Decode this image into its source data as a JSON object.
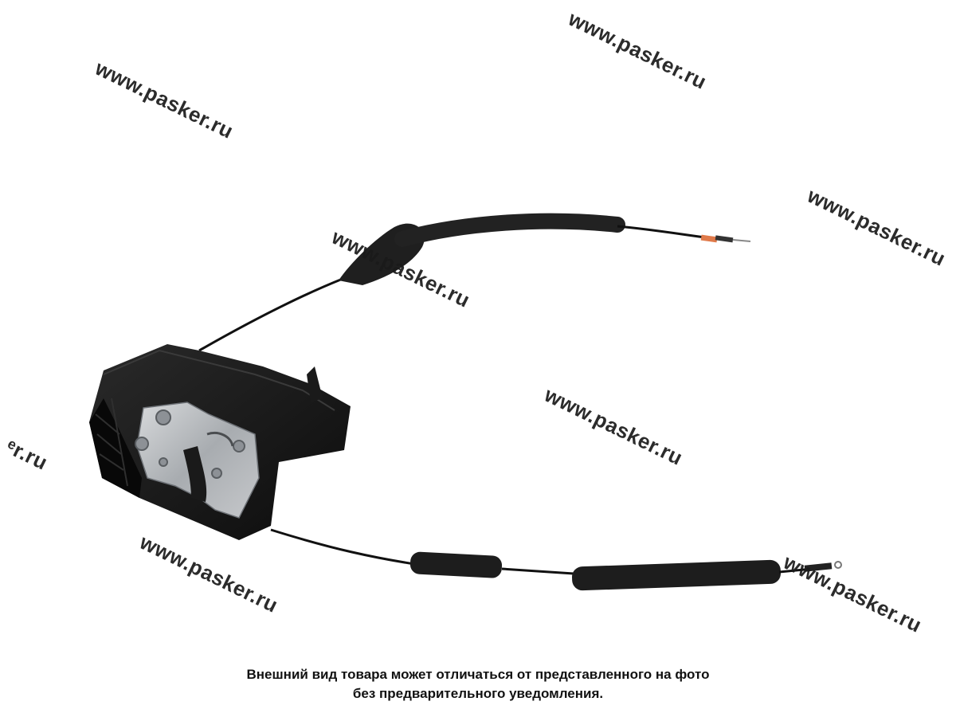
{
  "watermark_text": "www.pasker.ru",
  "watermark_partial": "ᵉr.ru",
  "disclaimer": {
    "line1": "Внешний вид товара может отличаться от представленного на фото",
    "line2": "без предварительного уведомления."
  },
  "colors": {
    "background": "#ffffff",
    "foam": "#1e1e1e",
    "cable": "#111111",
    "latch_metal": "#b9bcc0",
    "housing": "#161616",
    "cable_tip": "#e07a4a"
  }
}
